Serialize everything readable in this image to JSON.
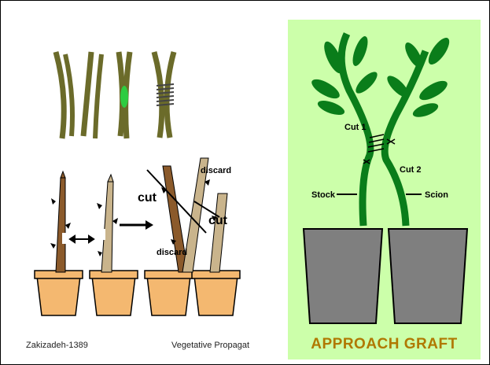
{
  "top_illustration": {
    "icons": [
      "stem-icon",
      "cut-stem-icon",
      "green-cambium-icon",
      "wrapped-graft-icon"
    ]
  },
  "bottom_illustration": {
    "labels": {
      "discard_top": "discard",
      "cut_left": "cut",
      "cut_right": "cut",
      "discard_bottom": "discard"
    },
    "arrow_icons": [
      "double-arrow-icon",
      "right-arrow-icon"
    ]
  },
  "approach_graft": {
    "labels": {
      "cut1": "Cut 1",
      "cut2": "Cut 2",
      "stock": "Stock",
      "scion": "Scion"
    },
    "title": "APPROACH GRAFT",
    "colors": {
      "background": "#ccffaa",
      "stem": "#0a7d1a",
      "pot": "#7f7f7f",
      "title": "#b07800"
    }
  },
  "footer": {
    "author": "Zakizadeh-1389",
    "title": "Vegetative Propagat"
  }
}
